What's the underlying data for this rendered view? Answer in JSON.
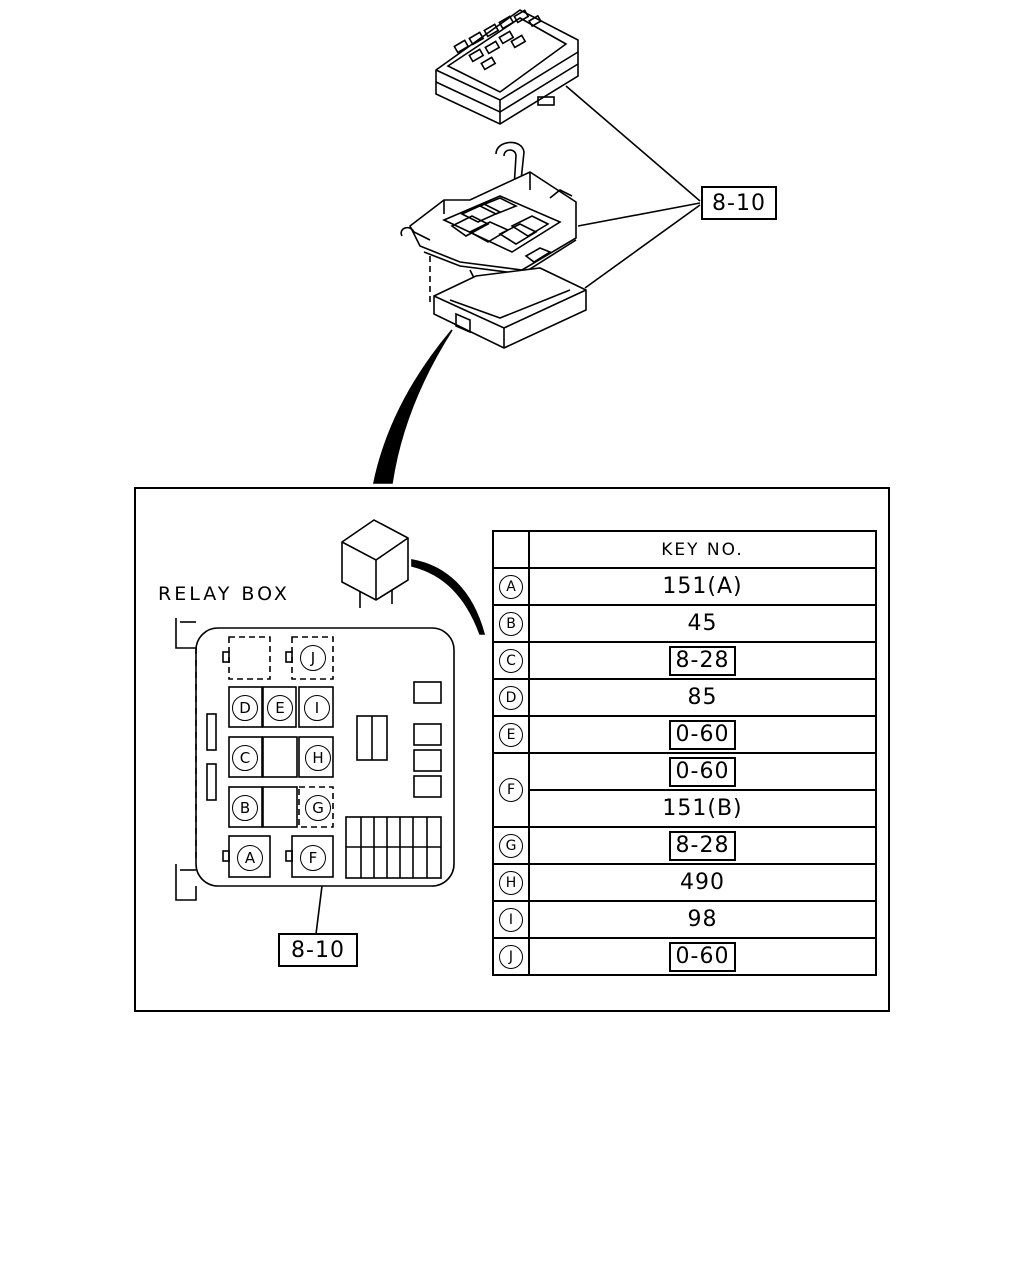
{
  "top_reference": "8-10",
  "relay_box_label": "RELAY BOX",
  "relay_box_reference": "8-10",
  "slot_letters": [
    "A",
    "B",
    "C",
    "D",
    "E",
    "F",
    "G",
    "H",
    "I",
    "J"
  ],
  "key_table": {
    "header": "KEY NO.",
    "rows": [
      {
        "letter": "A",
        "value": "151(A)",
        "boxed": false
      },
      {
        "letter": "B",
        "value": "45",
        "boxed": false
      },
      {
        "letter": "C",
        "value": "8-28",
        "boxed": true
      },
      {
        "letter": "D",
        "value": "85",
        "boxed": false
      },
      {
        "letter": "E",
        "value": "0-60",
        "boxed": true
      },
      {
        "letter": "F",
        "value": "0-60",
        "boxed": true
      },
      {
        "letter": "F",
        "value": "151(B)",
        "boxed": false
      },
      {
        "letter": "G",
        "value": "8-28",
        "boxed": true
      },
      {
        "letter": "H",
        "value": "490",
        "boxed": false
      },
      {
        "letter": "I",
        "value": "98",
        "boxed": false
      },
      {
        "letter": "J",
        "value": "0-60",
        "boxed": true
      }
    ]
  }
}
